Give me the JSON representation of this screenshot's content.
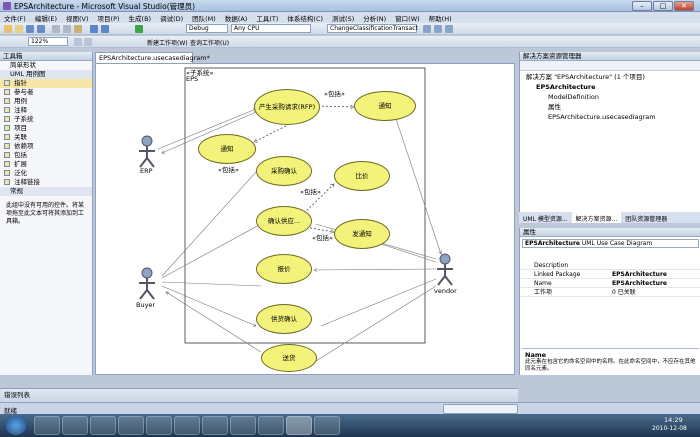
{
  "window": {
    "title": "EPSArchitecture - Microsoft Visual Studio(管理员)"
  },
  "menu": [
    "文件(F)",
    "编辑(E)",
    "视图(V)",
    "项目(P)",
    "生成(B)",
    "调试(D)",
    "团队(M)",
    "数据(A)",
    "工具(T)",
    "体系结构(C)",
    "测试(S)",
    "分析(N)",
    "窗口(W)",
    "帮助(H)"
  ],
  "toolbar": {
    "config": "Debug",
    "platform": "Any CPU",
    "find": "ChangeClassificationTransact",
    "zoom": "122%",
    "work_items": "新建工作项(W)",
    "query": "查询工作项(U)"
  },
  "toolbox": {
    "title": "工具箱",
    "section_general": "简单形状",
    "section_uml": "UML 用例图",
    "items": [
      "指针",
      "参与者",
      "用例",
      "注释",
      "子系统",
      "项目",
      "关联",
      "依赖项",
      "包括",
      "扩展",
      "泛化",
      "注释链接"
    ],
    "section_normal": "常规",
    "empty_text": "此组中没有可用的控件。将某项拖至此文本可将其添加到工具箱。"
  },
  "document": {
    "tab": "EPSArchitecture.usecasediagram*",
    "subsystem_stereotype": "«子系统»",
    "subsystem_name": "EPS",
    "actors": {
      "erp": "ERP",
      "buyer": "Buyer",
      "vendor": "vendor"
    },
    "usecases": {
      "rfp": "产生采购请求(RFP)",
      "notify1": "通知",
      "notify2": "通知",
      "purchase_confirm": "采购确认",
      "compare": "比价",
      "supply_confirm": "确认供应...",
      "send_notice": "发通知",
      "quote": "报价",
      "supply_ok": "供货确认",
      "deliver": "送货"
    },
    "include_labels": [
      "«包括»",
      "«包括»",
      "«包括»",
      "«包括»"
    ]
  },
  "solution": {
    "title": "解决方案资源管理器",
    "root": "解决方案 \"EPSArchitecture\" (1 个项目)",
    "project": "EPSArchitecture",
    "items": [
      "ModelDefinition",
      "属性",
      "EPSArchitecture.usecasediagram"
    ],
    "tabs": [
      "UML 模型资源...",
      "解决方案资源...",
      "团队资源管理器"
    ]
  },
  "properties": {
    "title": "属性",
    "object": "EPSArchitecture",
    "object_type": "UML Use Case Diagram",
    "rows": [
      [
        "Description",
        ""
      ],
      [
        "Linked Package",
        "EPSArchitecture"
      ],
      [
        "Name",
        "EPSArchitecture"
      ],
      [
        "工作项",
        "0 已关联"
      ]
    ],
    "desc_title": "Name",
    "desc_text": "此元素在包含它的命名空间中的名称。在此命名空间中，不应存在其他同名元素。"
  },
  "bottom": {
    "error_list": "错误列表",
    "status": "就绪"
  },
  "taskbar": {
    "time": "14:29",
    "date": "2010-12-08"
  }
}
